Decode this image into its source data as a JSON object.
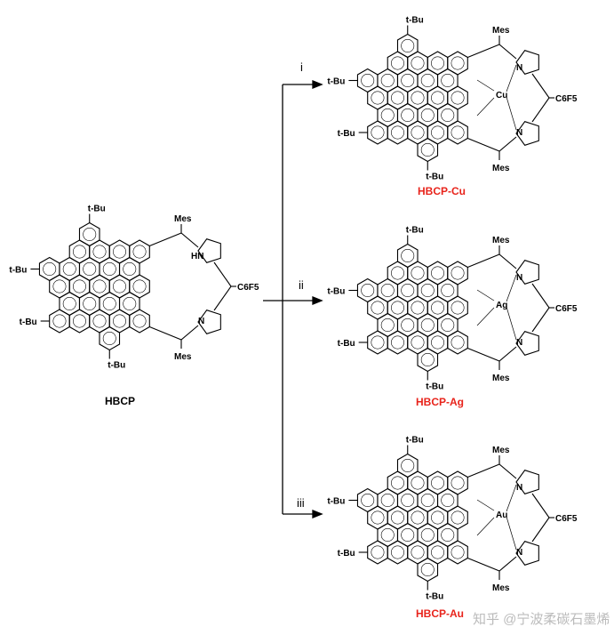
{
  "molecules": [
    {
      "id": "hbcp",
      "name": "HBCP",
      "name_color": "#000000",
      "metal": null,
      "n_top": "HN",
      "n_bottom": "N",
      "tbu": "t-Bu",
      "mes": "Mes",
      "c6f5": "C6F5"
    },
    {
      "id": "hbcp-cu",
      "name": "HBCP-Cu",
      "name_color": "#e8241c",
      "metal": "Cu",
      "n_top": "N",
      "n_bottom": "N",
      "tbu": "t-Bu",
      "mes": "Mes",
      "c6f5": "C6F5"
    },
    {
      "id": "hbcp-ag",
      "name": "HBCP-Ag",
      "name_color": "#e8241c",
      "metal": "Ag",
      "n_top": "N",
      "n_bottom": "N",
      "tbu": "t-Bu",
      "mes": "Mes",
      "c6f5": "C6F5"
    },
    {
      "id": "hbcp-au",
      "name": "HBCP-Au",
      "name_color": "#e8241c",
      "metal": "Au",
      "n_top": "N",
      "n_bottom": "N",
      "tbu": "t-Bu",
      "mes": "Mes",
      "c6f5": "C6F5"
    }
  ],
  "steps": [
    "i",
    "ii",
    "iii"
  ],
  "watermark": "知乎 @宁波柔碳石墨烯"
}
